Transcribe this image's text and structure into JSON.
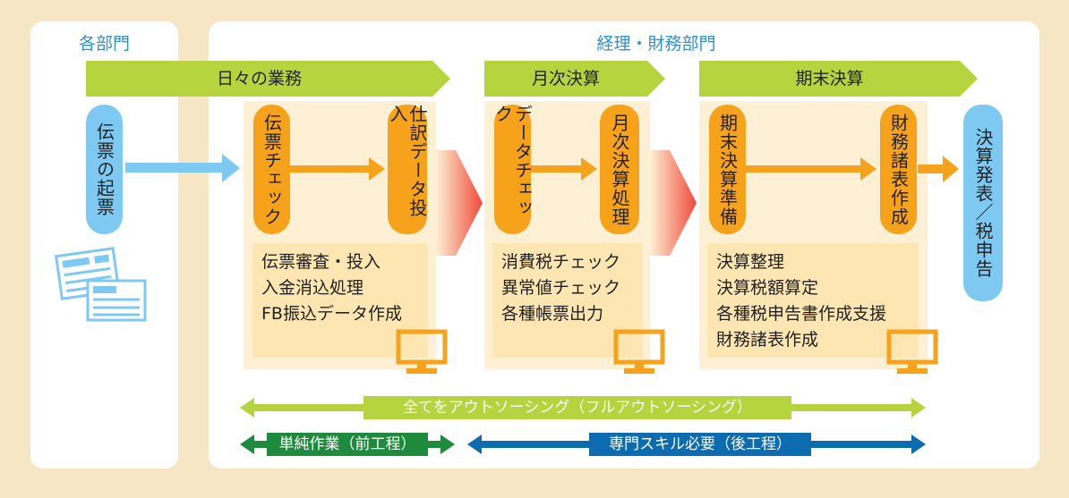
{
  "panels": {
    "department_title": "各部門",
    "accounting_title": "経理・財務部門"
  },
  "stages": [
    {
      "title": "日々の業務"
    },
    {
      "title": "月次決算"
    },
    {
      "title": "期末決算"
    }
  ],
  "department_step": "伝票の起票",
  "steps": {
    "daily_1": "伝票チェック",
    "daily_2": "仕訳データ投入",
    "monthly_1": "データチェック",
    "monthly_2": "月次決算処理",
    "yearend_1": "期末決算準備",
    "yearend_2": "財務諸表作成",
    "final": "決算発表／税申告"
  },
  "tasks": {
    "daily": [
      "伝票審査・投入",
      "入金消込処理",
      "FB振込データ作成"
    ],
    "monthly": [
      "消費税チェック",
      "異常値チェック",
      "各種帳票出力"
    ],
    "yearend": [
      "決算整理",
      "決算税額算定",
      "各種税申告書作成支援",
      "財務諸表作成"
    ]
  },
  "scopes": {
    "full": "全てをアウトソーシング（フルアウトソーシング）",
    "simple": "単純作業（前工程）",
    "skilled": "専門スキル必要（後工程）"
  },
  "colors": {
    "background": "#f7e6c4",
    "banner_green": "#b5d43d",
    "orange": "#f7a21b",
    "light_blue": "#7ec9f2",
    "panel_title_blue": "#2f8fd8",
    "dark_green": "#1e8a3c",
    "dark_blue": "#0d6bb0",
    "red_arrow": "#f04a3a"
  },
  "icons": [
    "document-forms-icon",
    "computer-monitor-icon"
  ]
}
